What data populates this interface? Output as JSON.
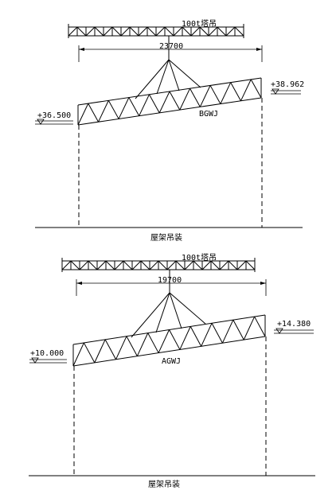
{
  "figures": [
    {
      "crane_label": "100t塔吊",
      "span_label": "23700",
      "truss_label": "BGWJ",
      "left_elev": "+36.500",
      "right_elev": "+38.962",
      "caption": "屋架吊装"
    },
    {
      "crane_label": "100t塔吊",
      "span_label": "19700",
      "truss_label": "AGWJ",
      "left_elev": "+10.000",
      "right_elev": "+14.380",
      "caption": "屋架吊装"
    }
  ]
}
